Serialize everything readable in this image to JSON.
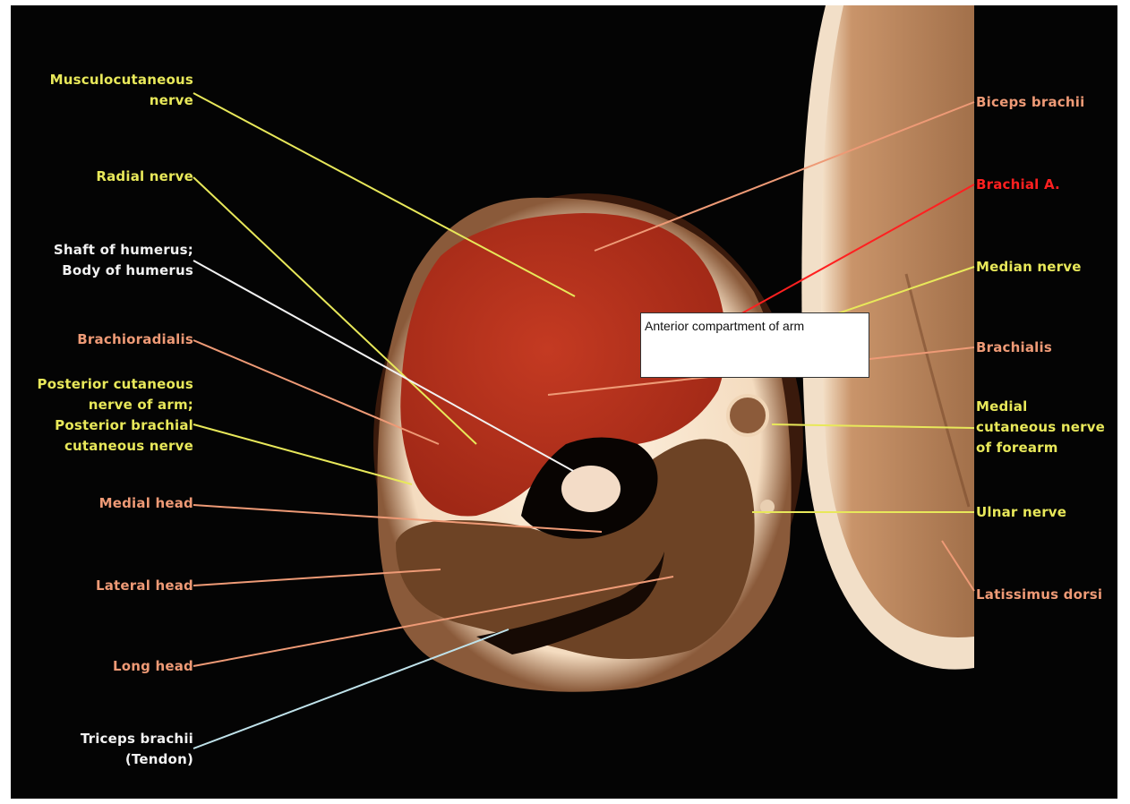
{
  "colors": {
    "yellow": "#e8e85a",
    "salmon": "#ee9a76",
    "white": "#f2f2f2",
    "red": "#ff2020",
    "light_blue": "#bfe2ea"
  },
  "labels_left": [
    {
      "lines": [
        "Musculocutaneous",
        "nerve"
      ],
      "color": "yellow"
    },
    {
      "lines": [
        "Radial nerve"
      ],
      "color": "yellow"
    },
    {
      "lines": [
        "Shaft of humerus;",
        "Body of humerus"
      ],
      "color": "white"
    },
    {
      "lines": [
        "Brachioradialis"
      ],
      "color": "salmon"
    },
    {
      "lines": [
        "Posterior cutaneous",
        "nerve of arm;",
        "Posterior brachial",
        "cutaneous nerve"
      ],
      "color": "yellow"
    },
    {
      "lines": [
        "Medial head"
      ],
      "color": "salmon"
    },
    {
      "lines": [
        "Lateral head"
      ],
      "color": "salmon"
    },
    {
      "lines": [
        "Long head"
      ],
      "color": "salmon"
    },
    {
      "lines": [
        "Triceps brachii",
        "(Tendon)"
      ],
      "color": "white"
    }
  ],
  "labels_right": [
    {
      "lines": [
        "Biceps brachii"
      ],
      "color": "salmon"
    },
    {
      "lines": [
        "Brachial A."
      ],
      "color": "red"
    },
    {
      "lines": [
        "Median nerve"
      ],
      "color": "yellow"
    },
    {
      "lines": [
        "Brachialis"
      ],
      "color": "salmon"
    },
    {
      "lines": [
        "Medial",
        "cutaneous nerve",
        "of forearm"
      ],
      "color": "yellow"
    },
    {
      "lines": [
        "Ulnar nerve"
      ],
      "color": "yellow"
    },
    {
      "lines": [
        "Latissimus dorsi"
      ],
      "color": "salmon"
    }
  ],
  "callout": {
    "text": "Anterior compartment of arm"
  }
}
